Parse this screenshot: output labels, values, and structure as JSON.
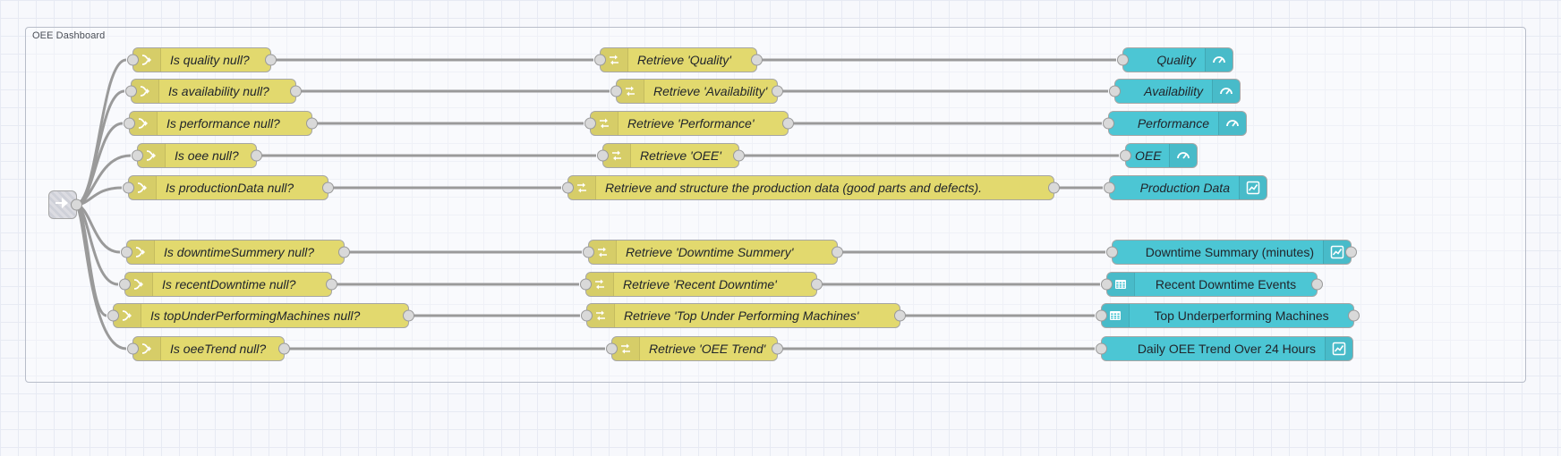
{
  "group": {
    "label": "OEE Dashboard"
  },
  "nodes": {
    "link_in": {
      "name": "link-in",
      "icon": "link-in-icon"
    },
    "switches": [
      {
        "label": "Is quality null?",
        "icon": "switch-icon"
      },
      {
        "label": "Is availability null?",
        "icon": "switch-icon"
      },
      {
        "label": "Is performance null?",
        "icon": "switch-icon"
      },
      {
        "label": "Is oee null?",
        "icon": "switch-icon"
      },
      {
        "label": "Is productionData null?",
        "icon": "switch-icon"
      },
      {
        "label": "Is downtimeSummery null?",
        "icon": "switch-icon"
      },
      {
        "label": "Is recentDowntime null?",
        "icon": "switch-icon"
      },
      {
        "label": "Is topUnderPerformingMachines null?",
        "icon": "switch-icon"
      },
      {
        "label": "Is oeeTrend null?",
        "icon": "switch-icon"
      }
    ],
    "changes": [
      {
        "label": "Retrieve 'Quality'",
        "icon": "change-icon"
      },
      {
        "label": "Retrieve 'Availability'",
        "icon": "change-icon"
      },
      {
        "label": "Retrieve 'Performance'",
        "icon": "change-icon"
      },
      {
        "label": "Retrieve 'OEE'",
        "icon": "change-icon"
      },
      {
        "label": "Retrieve and structure the production data (good parts and defects).",
        "icon": "change-icon"
      },
      {
        "label": "Retrieve 'Downtime Summery'",
        "icon": "change-icon"
      },
      {
        "label": "Retrieve 'Recent Downtime'",
        "icon": "change-icon"
      },
      {
        "label": "Retrieve 'Top Under Performing Machines'",
        "icon": "change-icon"
      },
      {
        "label": "Retrieve 'OEE Trend'",
        "icon": "change-icon"
      }
    ],
    "widgets": [
      {
        "label": "Quality",
        "icon": "gauge-icon",
        "icon_side": "right"
      },
      {
        "label": "Availability",
        "icon": "gauge-icon",
        "icon_side": "right"
      },
      {
        "label": "Performance",
        "icon": "gauge-icon",
        "icon_side": "right"
      },
      {
        "label": "OEE",
        "icon": "gauge-icon",
        "icon_side": "right"
      },
      {
        "label": "Production Data",
        "icon": "chart-icon",
        "icon_side": "right"
      },
      {
        "label": "Downtime Summary (minutes)",
        "icon": "chart-icon",
        "icon_side": "right"
      },
      {
        "label": "Recent Downtime Events",
        "icon": "table-icon",
        "icon_side": "left"
      },
      {
        "label": "Top Underperforming Machines",
        "icon": "table-icon",
        "icon_side": "left"
      },
      {
        "label": "Daily OEE Trend Over 24 Hours",
        "icon": "chart-icon",
        "icon_side": "right"
      }
    ]
  },
  "colors": {
    "switch_node": "#e2d96e",
    "change_node": "#e2d96e",
    "ui_node": "#4cc6d4",
    "link_node": "#d4d4d4",
    "wire": "#9a9a9a",
    "canvas": "#f7f8fc",
    "grid": "#e7eaf3"
  }
}
